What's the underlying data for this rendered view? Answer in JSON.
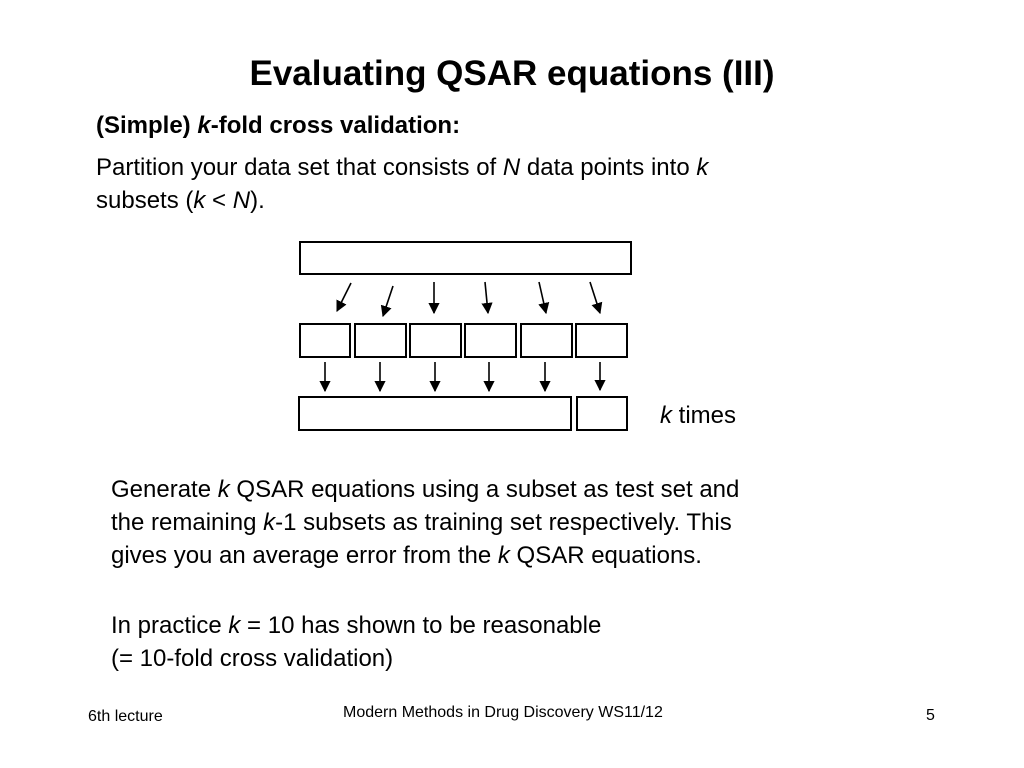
{
  "slide": {
    "title": "Evaluating QSAR equations (III)",
    "subtitle": {
      "prefix": "(Simple) ",
      "var": "k",
      "suffix": "-fold cross validation:"
    },
    "intro": {
      "l1_a": "Partition your data set that consists of ",
      "l1_var1": "N",
      "l1_b": " data points into ",
      "l1_var2": "k",
      "l2_a": "subsets (",
      "l2_var1": "k",
      "l2_b": " < ",
      "l2_var2": "N",
      "l2_c": ")."
    },
    "diagram": {
      "label_var": "k",
      "label_text": " times"
    },
    "body1": {
      "l1_a": "Generate ",
      "l1_var": "k",
      "l1_b": " QSAR equations using a subset as test set and",
      "l2_a": "the remaining ",
      "l2_var": "k",
      "l2_b": "-1 subsets as training set respectively. This",
      "l3_a": "gives you an average error from the ",
      "l3_var": "k",
      "l3_b": " QSAR equations."
    },
    "body2": {
      "l1_a": "In practice ",
      "l1_var": "k",
      "l1_b": " = 10 has shown to be reasonable",
      "l2": "(= 10-fold cross validation)"
    }
  },
  "footer": {
    "left": "6th lecture",
    "center": "Modern Methods in Drug Discovery WS11/12",
    "page": "5"
  }
}
